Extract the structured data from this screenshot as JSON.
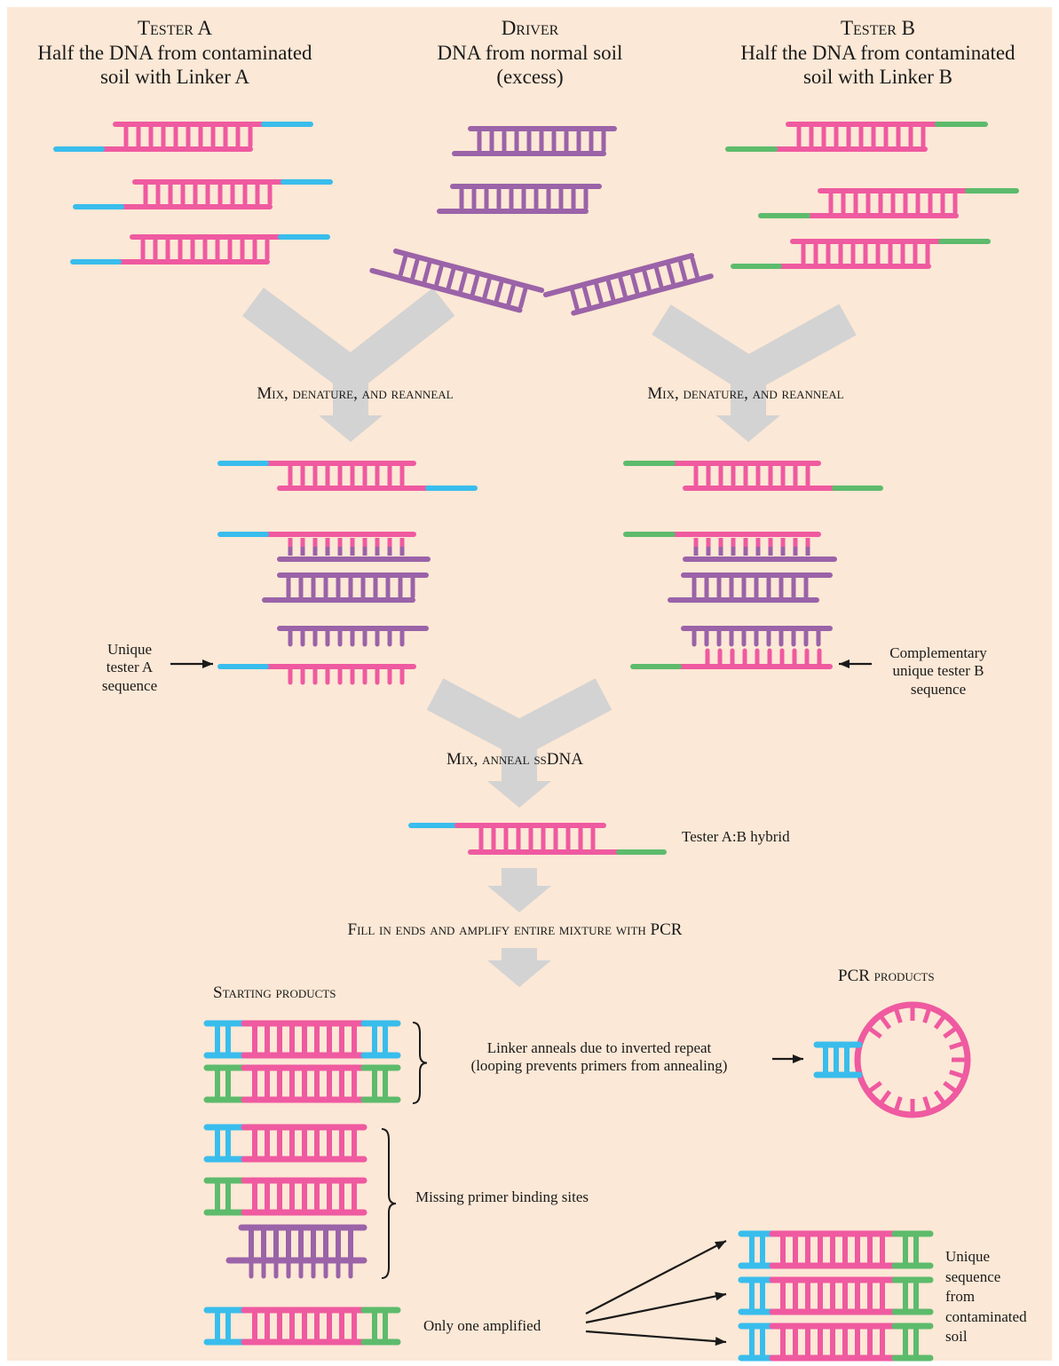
{
  "colors": {
    "background": "#fce8d6",
    "tester_dna": "#ef5aa0",
    "driver_dna": "#9b63a8",
    "linker_a": "#39bdec",
    "linker_b": "#5dbb6c",
    "process_arrow": "#d3d3d3",
    "pointer_arrow": "#1a1a1a"
  },
  "headers": {
    "tester_a": {
      "title": "Tester A",
      "line1": "Half the DNA from contaminated",
      "line2": "soil with Linker A"
    },
    "driver": {
      "title": "Driver",
      "line1": "DNA from normal soil",
      "line2": "(excess)"
    },
    "tester_b": {
      "title": "Tester B",
      "line1": "Half the DNA from contaminated",
      "line2": "soil with Linker B"
    }
  },
  "steps": {
    "mix_left": "Mix, denature, and reanneal",
    "mix_right": "Mix, denature, and reanneal",
    "anneal_ssdna": "Mix, anneal ssDNA",
    "fill_in": "Fill in ends and amplify entire mixture with PCR"
  },
  "annotations": {
    "unique_tester_a": [
      "Unique",
      "tester A",
      "sequence"
    ],
    "complementary_b": [
      "Complementary",
      "unique tester B",
      "sequence"
    ],
    "hybrid": "Tester A:B hybrid",
    "starting_products": "Starting products",
    "pcr_products": "PCR products",
    "linker_anneals": [
      "Linker anneals due to inverted repeat",
      "(looping prevents primers from annealing)"
    ],
    "missing_primer": "Missing primer binding sites",
    "only_one": "Only one amplified",
    "unique_sequence": [
      "Unique",
      "sequence",
      "from",
      "contaminated",
      "soil"
    ]
  },
  "icons": [
    "pointer-arrow-icon",
    "bracket-icon",
    "process-arrow-icon"
  ]
}
